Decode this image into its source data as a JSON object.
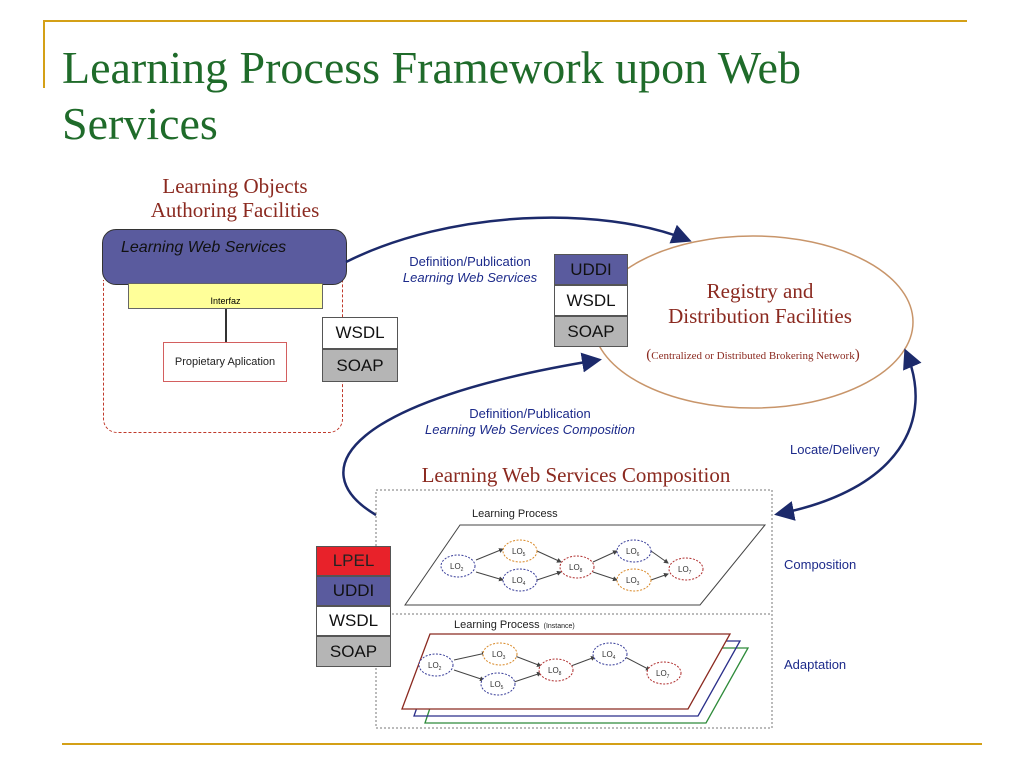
{
  "slide": {
    "title": "Learning Process Framework upon Web Services",
    "accent_color": "#d4a017",
    "title_color": "#1f6b2a"
  },
  "diagram": {
    "authoring": {
      "heading_line1": "Learning Objects",
      "heading_line2": "Authoring Facilities",
      "banner": "Learning Web Services",
      "interface": "Interfaz",
      "app": "Propietary Aplication",
      "stack": [
        "WSDL",
        "SOAP"
      ]
    },
    "publish_arrow": {
      "line1": "Definition/Publication",
      "line2": "Learning Web Services"
    },
    "registry": {
      "stack": [
        "UDDI",
        "WSDL",
        "SOAP"
      ],
      "title_line1": "Registry and",
      "title_line2": "Distribution Facilities",
      "subtitle_open": "(",
      "subtitle": "Centralized or Distributed Brokering Network",
      "subtitle_close": ")"
    },
    "composition_arrow": {
      "line1": "Definition/Publication",
      "line2": "Learning Web Services Composition"
    },
    "locate_label": "Locate/Delivery",
    "composition": {
      "heading": "Learning Web Services Composition",
      "process_label": "Learning Process",
      "instance_label": "Learning Process",
      "instance_sub": "(Instance)",
      "composition_label": "Composition",
      "adaptation_label": "Adaptation",
      "stack": [
        "LPEL",
        "UDDI",
        "WSDL",
        "SOAP"
      ],
      "lo_base": "LO",
      "top_nodes": [
        {
          "sub": "2",
          "color": "#3a3f9a"
        },
        {
          "sub": "5",
          "color": "#d98a2a"
        },
        {
          "sub": "4",
          "color": "#3a3f9a"
        },
        {
          "sub": "8",
          "color": "#b03030"
        },
        {
          "sub": "6",
          "color": "#3a3f9a"
        },
        {
          "sub": "3",
          "color": "#d98a2a"
        },
        {
          "sub": "7",
          "color": "#b03030"
        }
      ],
      "bottom_nodes": [
        {
          "sub": "2",
          "color": "#3a3f9a"
        },
        {
          "sub": "3",
          "color": "#d98a2a"
        },
        {
          "sub": "5",
          "color": "#3a3f9a"
        },
        {
          "sub": "8",
          "color": "#b03030"
        },
        {
          "sub": "4",
          "color": "#3a3f9a"
        },
        {
          "sub": "7",
          "color": "#b03030"
        }
      ]
    },
    "colors": {
      "banner": "#5a5b9e",
      "interface": "#ffff99",
      "uddi": "#5a5b9e",
      "lpel": "#e8222a",
      "soap": "#b5b5b5",
      "arrow": "#1c2a6b",
      "dashed": "#c0392b"
    }
  }
}
